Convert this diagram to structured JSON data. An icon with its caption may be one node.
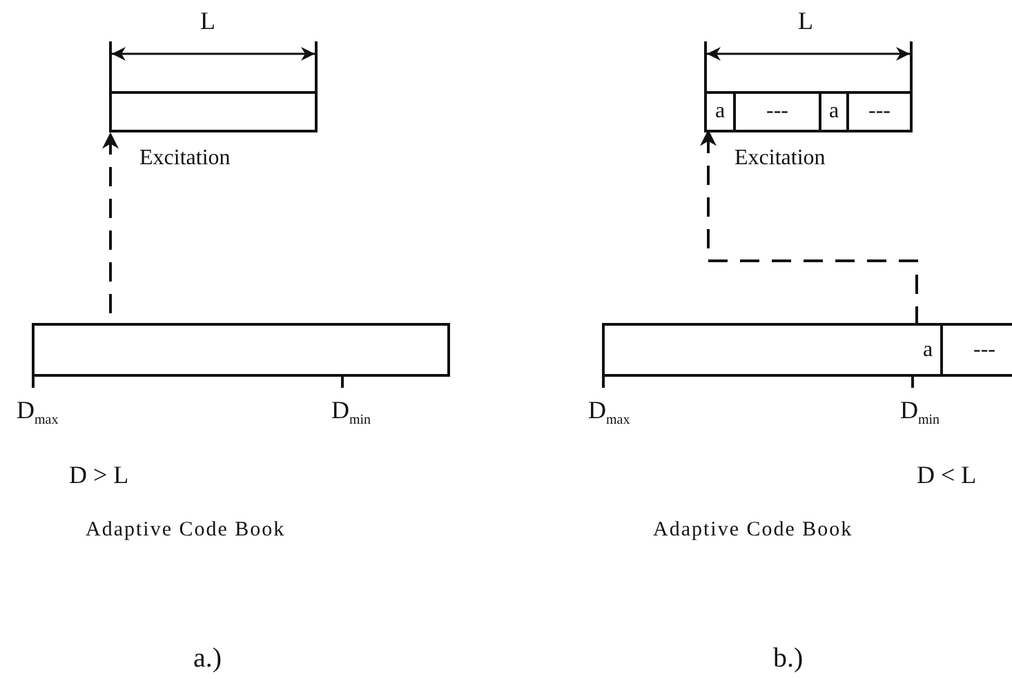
{
  "diagram": {
    "nodes": [
      {
        "text": [
          "Excitation"
        ]
      },
      {
        "text": [],
        "shape": "box"
      },
      {
        "text": [
          "Excitation"
        ]
      },
      {
        "text": [
          "a"
        ],
        "in": 2
      },
      {
        "text": [
          "---"
        ],
        "in": 2
      },
      {
        "text": [
          "a"
        ],
        "in": 2
      },
      {
        "text": [
          "---"
        ],
        "in": 2
      },
      {
        "text": [],
        "shape": "box"
      },
      {
        "text": [
          "a"
        ],
        "in": 7
      },
      {
        "text": [
          "---"
        ],
        "in": 7
      }
    ],
    "edges": [
      {
        "from": 1,
        "to": 0,
        "arrow": "to",
        "style": "dashed"
      },
      {
        "from": 8,
        "to": 3,
        "arrow": "to",
        "style": "dashed"
      }
    ],
    "labels": [
      "L",
      "D$_{max}$",
      "D$_{min}$",
      "D > L",
      "Adaptive Code Book",
      "a.)",
      "L",
      "D$_{max}$",
      "D$_{min}$",
      "D < L",
      "Adaptive Code Book",
      "b.)"
    ]
  }
}
